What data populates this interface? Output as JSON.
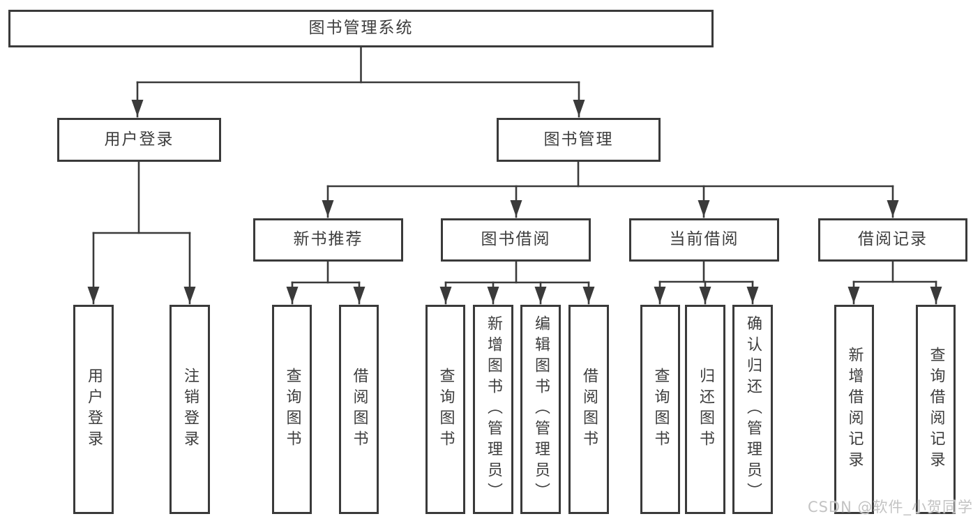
{
  "tree": {
    "label": "图书管理系统",
    "children": [
      {
        "label": "用户登录",
        "children": [
          {
            "label": "用户登录"
          },
          {
            "label": "注销登录"
          }
        ]
      },
      {
        "label": "图书管理",
        "children": [
          {
            "label": "新书推荐",
            "children": [
              {
                "label": "查询图书"
              },
              {
                "label": "借阅图书"
              }
            ]
          },
          {
            "label": "图书借阅",
            "children": [
              {
                "label": "查询图书"
              },
              {
                "label": "新增图书（管理员）"
              },
              {
                "label": "编辑图书（管理员）"
              },
              {
                "label": "借阅图书"
              }
            ]
          },
          {
            "label": "当前借阅",
            "children": [
              {
                "label": "查询图书"
              },
              {
                "label": "归还图书"
              },
              {
                "label": "确认归还（管理员）"
              }
            ]
          },
          {
            "label": "借阅记录",
            "children": [
              {
                "label": "新增借阅记录"
              },
              {
                "label": "查询借阅记录"
              }
            ]
          }
        ]
      }
    ]
  },
  "watermark": {
    "text": "CSDN @软件_小贺同学"
  },
  "colors": {
    "line": "#3a3a3a",
    "border": "#3a3a3a",
    "text": "#3d3d3d",
    "box_background": "#ffffff",
    "watermark": "#c3c3c3"
  }
}
